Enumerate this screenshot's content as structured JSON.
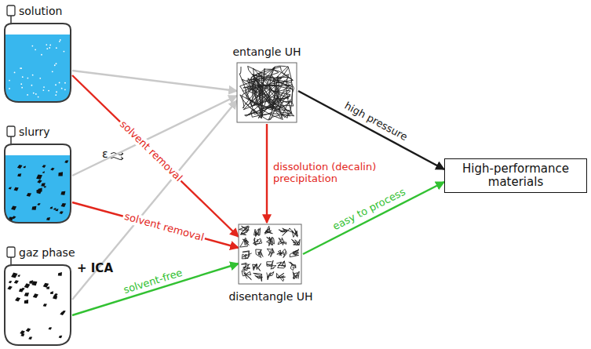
{
  "diagram": {
    "nodes": [
      {
        "text": [
          "solution"
        ]
      },
      {
        "text": [
          "slurry"
        ]
      },
      {
        "text": [
          "gaz phase",
          "+ ICA"
        ]
      },
      {
        "text": [
          "entangle UH"
        ]
      },
      {
        "text": [
          "disentangle UH"
        ]
      },
      {
        "text": [
          "High-performance materials"
        ]
      }
    ],
    "edges": [
      {
        "from": 0,
        "to": 3,
        "arrow": "to"
      },
      {
        "from": 1,
        "to": 3,
        "arrow": "to"
      },
      {
        "from": 2,
        "to": 3,
        "arrow": "to"
      },
      {
        "from": 0,
        "to": 4,
        "label": "solvent removal",
        "arrow": "to"
      },
      {
        "from": 1,
        "to": 4,
        "label": "solvent removal",
        "arrow": "to"
      },
      {
        "from": 2,
        "to": 4,
        "label": "solvent-free",
        "arrow": "to"
      },
      {
        "from": 3,
        "to": 4,
        "label": "dissolution (decalin) precipitation",
        "arrow": "to"
      },
      {
        "from": 3,
        "to": 5,
        "label": "high pressure",
        "arrow": "to"
      },
      {
        "from": 4,
        "to": 5,
        "label": "easy to process",
        "arrow": "to"
      }
    ],
    "labels": [
      "ε"
    ]
  }
}
